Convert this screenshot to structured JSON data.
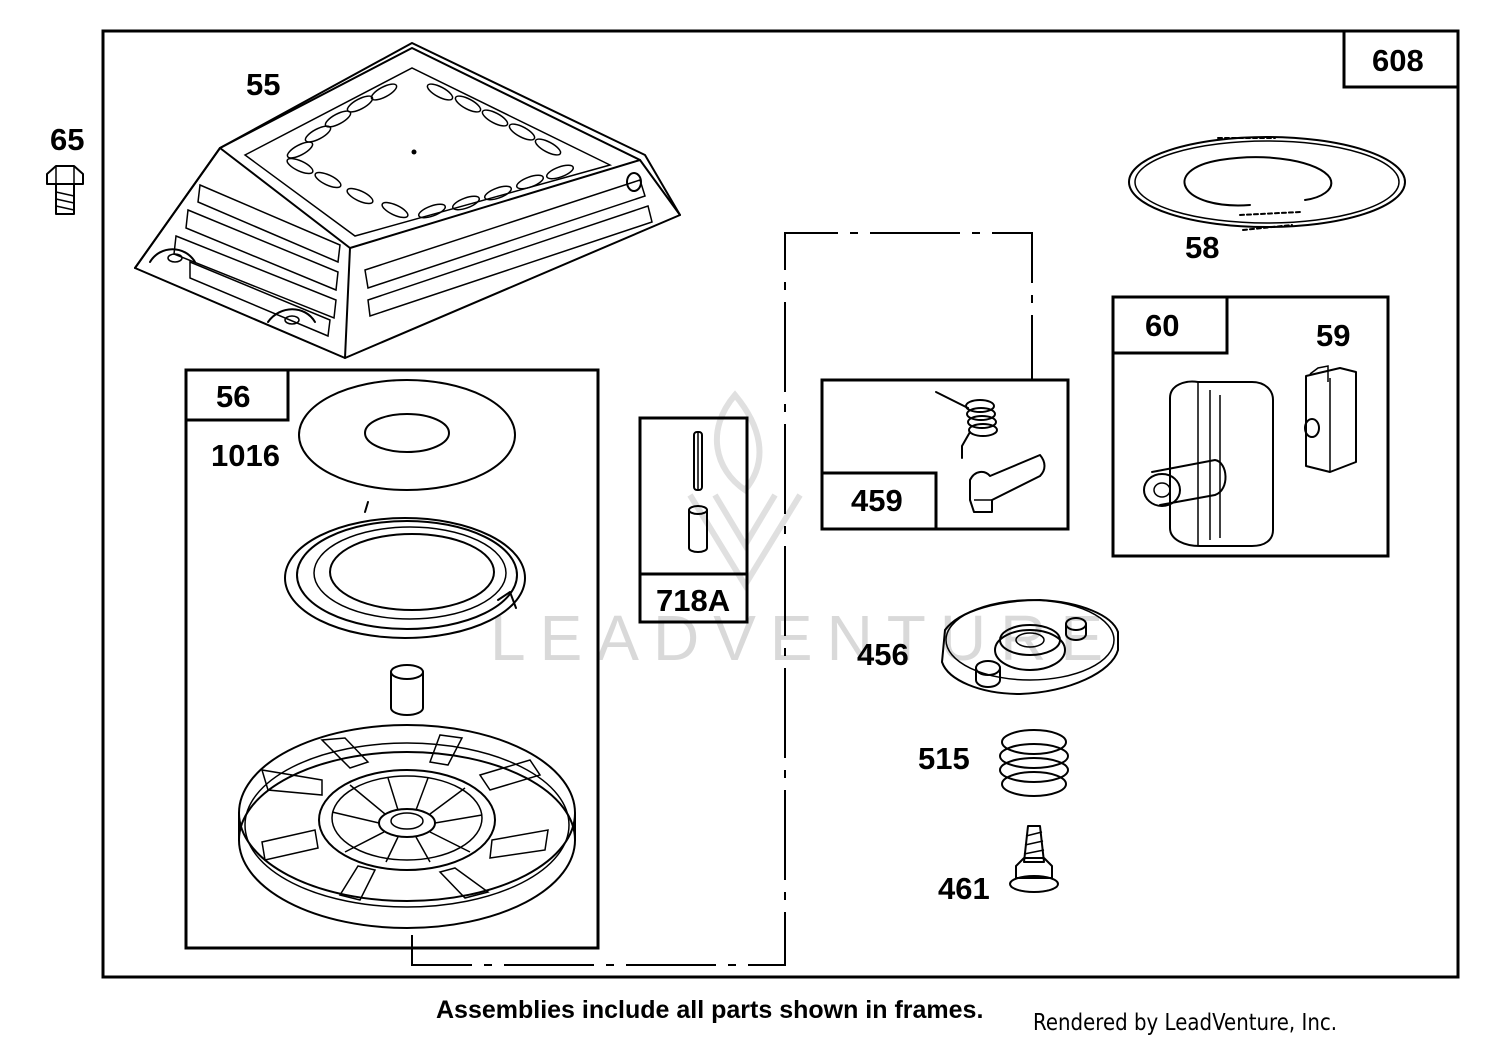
{
  "assembly": {
    "main_frame_label": "608"
  },
  "parts": {
    "p55": "55",
    "p65": "65",
    "p56": "56",
    "p1016": "1016",
    "p718a": "718A",
    "p459": "459",
    "p58": "58",
    "p60": "60",
    "p59": "59",
    "p456": "456",
    "p515": "515",
    "p461": "461"
  },
  "watermark": {
    "text": "LEADVENTURE"
  },
  "footer": {
    "note": "Assemblies include all parts shown in frames.",
    "credit": "Rendered by LeadVenture, Inc."
  },
  "colors": {
    "line": "#000000",
    "background": "#ffffff",
    "watermark": "#d9d9d9"
  }
}
